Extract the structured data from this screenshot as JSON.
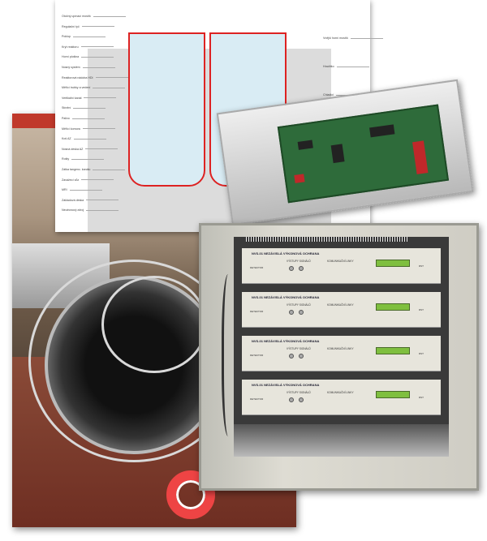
{
  "diagram": {
    "labels_left": [
      "Otočný upínací mostík",
      "Regulační tyč",
      "Poklop",
      "Kryt reaktoru",
      "Horní plošina",
      "Nosný systém",
      "Reaktorová nádoba HDI",
      "Měřicí trubky a vedení",
      "Vertikální kanál",
      "Stínění",
      "Palivo",
      "Měřicí komora",
      "Koš AZ",
      "Nosná deska AZ",
      "Rošty",
      "Zátka tangenc. kanálu",
      "Zavážecí vůz",
      "MRI",
      "Základová deska",
      "Neutronový zdroj"
    ],
    "labels_right": [
      "Vnější horní mostík",
      "Hradítko",
      "Chladicí"
    ]
  },
  "cabinet": {
    "units": [
      {
        "title": "NVS-01  NEZÁVISLÁ VÝKONOVÁ OCHRANA",
        "signals": "VÝSTUPY SIGNÁLŮ",
        "comms": "KOMUNIKAČNÍ LINKY",
        "detector": "DETEKTOR",
        "reset": "RST"
      },
      {
        "title": "NVS-01  NEZÁVISLÁ VÝKONOVÁ OCHRANA",
        "signals": "VÝSTUPY SIGNÁLŮ",
        "comms": "KOMUNIKAČNÍ LINKY",
        "detector": "DETEKTOR",
        "reset": "RST"
      },
      {
        "title": "NVS-01  NEZÁVISLÁ VÝKONOVÁ OCHRANA",
        "signals": "VÝSTUPY SIGNÁLŮ",
        "comms": "KOMUNIKAČNÍ LINKY",
        "detector": "DETEKTOR",
        "reset": "RST"
      },
      {
        "title": "NVS-01  NEZÁVISLÁ VÝKONOVÁ OCHRANA",
        "signals": "VÝSTUPY SIGNÁLŮ",
        "comms": "KOMUNIKAČNÍ LINKY",
        "detector": "DETEKTOR",
        "reset": "RST"
      }
    ]
  }
}
